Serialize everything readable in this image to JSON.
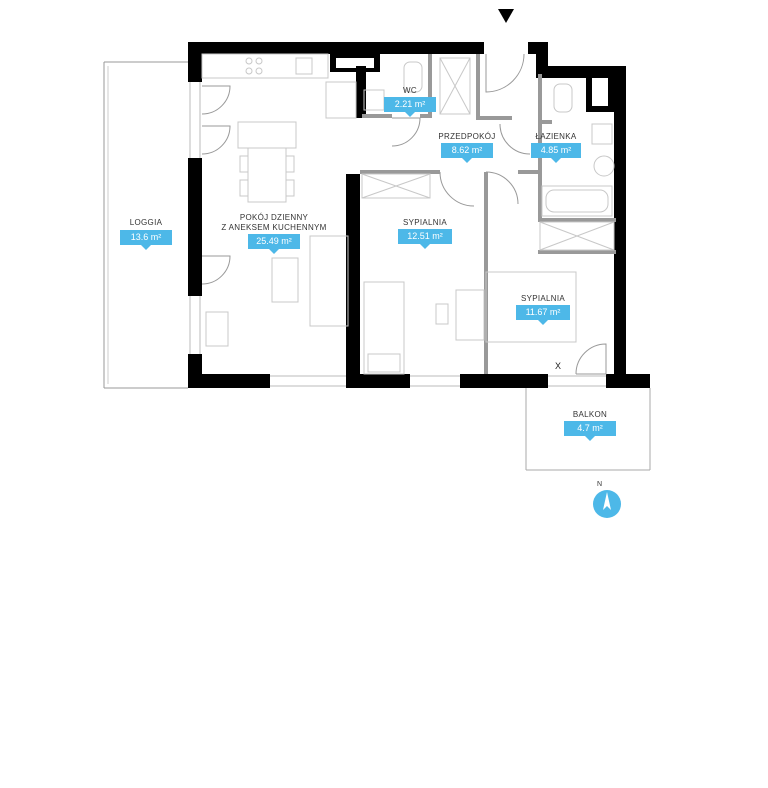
{
  "rooms": {
    "loggia": {
      "name": "LOGGIA",
      "area": "13.6 m²"
    },
    "living": {
      "name_line1": "POKÓJ DZIENNY",
      "name_line2": "Z ANEKSEM KUCHENNYM",
      "area": "25.49 m²"
    },
    "wc": {
      "name": "WC",
      "area": "2.21 m²"
    },
    "hall": {
      "name": "PRZEDPOKÓJ",
      "area": "8.62 m²"
    },
    "bathroom": {
      "name": "ŁAZIENKA",
      "area": "4.85 m²"
    },
    "bedroom1": {
      "name": "SYPIALNIA",
      "area": "12.51 m²"
    },
    "bedroom2": {
      "name": "SYPIALNIA",
      "area": "11.67 m²"
    },
    "balcony": {
      "name": "BALKON",
      "area": "4.7 m²"
    }
  },
  "marks": {
    "x": "X",
    "north": "N"
  },
  "colors": {
    "wall": "#000000",
    "tag": "#4db8e8",
    "furniture": "#c8c8c8",
    "partition": "#999999"
  }
}
